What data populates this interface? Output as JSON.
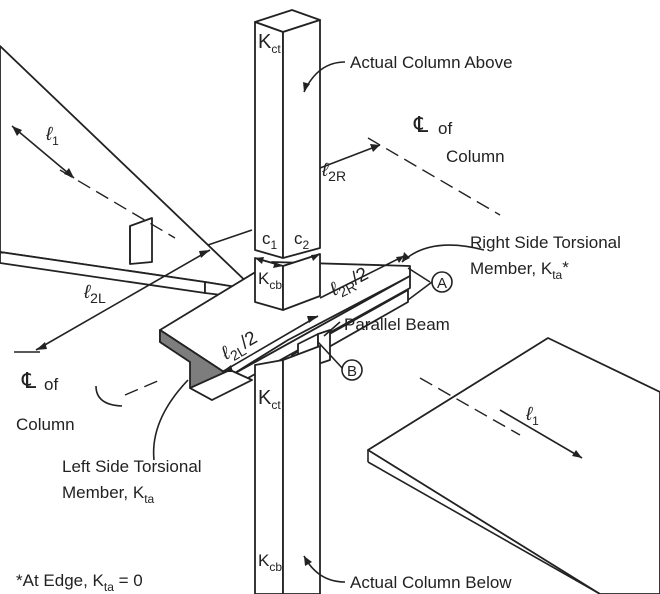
{
  "labels": {
    "actual_column_above": "Actual Column Above",
    "actual_column_below": "Actual Column Below",
    "cl_right_top": "of",
    "cl_right_bottom": "Column",
    "cl_left_top": "of",
    "cl_left_bottom": "Column",
    "right_torsional_1": "Right Side Torsional",
    "right_torsional_2": "Member, K",
    "right_torsional_sub": "ta",
    "right_torsional_star": "*",
    "parallel_beam": "Parallel Beam",
    "left_torsional_1": "Left Side Torsional",
    "left_torsional_2": "Member, K",
    "left_torsional_sub": "ta",
    "edge_note_pre": "*At Edge, K",
    "edge_note_sub": "ta",
    "edge_note_post": " = 0",
    "marker_a": "A",
    "marker_b": "B"
  },
  "symbols": {
    "k_main": "K",
    "kct_sub": "ct",
    "kcb_sub": "cb",
    "c1": "c",
    "c1_sub": "1",
    "c2": "c",
    "c2_sub": "2",
    "l1": "ℓ",
    "l1_sub": "1",
    "l2r": "ℓ",
    "l2r_sub": "2R",
    "l2l": "ℓ",
    "l2l_sub": "2L",
    "l2r_half": "ℓ",
    "l2r_half_sub": "2R",
    "l2l_half": "ℓ",
    "l2l_half_sub": "2L",
    "half": "/2",
    "centerline": "℄"
  }
}
